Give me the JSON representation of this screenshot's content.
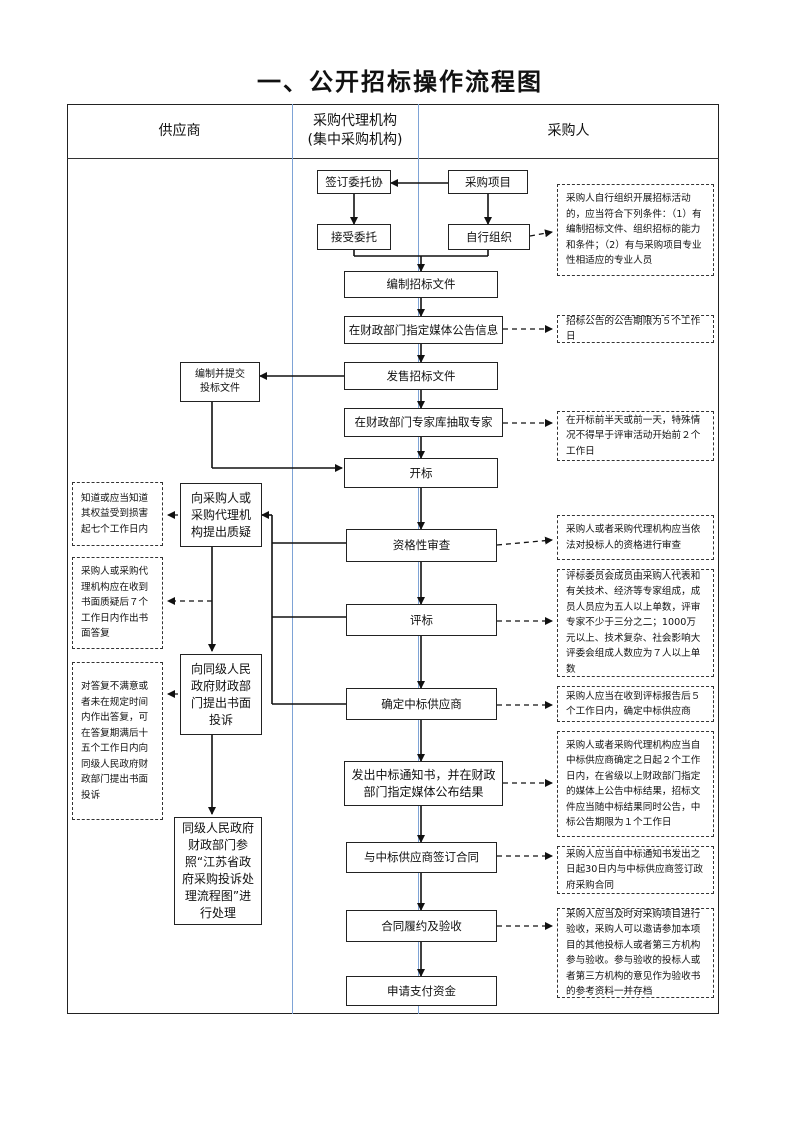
{
  "title": "一、公开招标操作流程图",
  "lanes": {
    "supplier": "供应商",
    "agency_line1": "采购代理机构",
    "agency_line2": "(集中采购机构)",
    "purchaser": "采购人"
  },
  "steps": {
    "sign_entrust": "签订委托协",
    "purchase_project": "采购项目",
    "accept_entrust": "接受委托",
    "self_organize": "自行组织",
    "prepare_docs": "编制招标文件",
    "publish_notice": "在财政部门指定媒体公告信息",
    "sell_docs": "发售招标文件",
    "draw_experts": "在财政部门专家库抽取专家",
    "open_bid": "开标",
    "qualification": "资格性审查",
    "evaluate": "评标",
    "determine_winner": "确定中标供应商",
    "issue_notice": "发出中标通知书，并在财政部门指定媒体公布结果",
    "sign_contract": "与中标供应商签订合同",
    "perform_accept": "合同履约及验收",
    "apply_payment": "申请支付资金"
  },
  "supplier_steps": {
    "prepare_bid": "编制并提交投标文件",
    "question": "向采购人或采购代理机构提出质疑",
    "complaint": "向同级人民政府财政部门提出书面投诉",
    "handle": "同级人民政府财政部门参照“江苏省政府采购投诉处理流程图”进行处理"
  },
  "notes": {
    "self_org": "采购人自行组织开展招标活动的，应当符合下列条件：（1）有编制招标文件、组织招标的能力和条件；（2）有与采购项目专业性相适应的专业人员",
    "notice_period": "招标公告的公告期限为５个工作日",
    "expert_time": "在开标前半天或前一天，特殊情况不得早于评审活动开始前２个工作日",
    "qual_review": "采购人或者采购代理机构应当依法对投标人的资格进行审查",
    "committee": "评标委员会成员由采购人代表和有关技术、经济等专家组成，成员人员应为五人以上单数，评审专家不少于三分之二；1000万元以上、技术复杂、社会影响大评委会组成人数应为７人以上单数",
    "confirm_winner": "采购人应当在收到评标报告后５个工作日内，确定中标供应商",
    "announce": "采购人或者采购代理机构应当自中标供应商确定之日起２个工作日内，在省级以上财政部门指定的媒体上公告中标结果，招标文件应当随中标结果同时公告，中标公告期限为１个工作日",
    "contract_time": "采购人应当自中标通知书发出之日起30日内与中标供应商签订政府采购合同",
    "acceptance": "采购人应当及时对采购项目进行验收，采购人可以邀请参加本项目的其他投标人或者第三方机构参与验收。参与验收的投标人或者第三方机构的意见作为验收书的参考资料一并存档",
    "question_time": "知道或应当知道其权益受到损害起七个工作日内",
    "reply_time": "采购人或采购代理机构应在收到书面质疑后７个工作日内作出书面答复",
    "complaint_time": "对答复不满意或者未在规定时间内作出答复，可在答复期满后十五个工作日内向同级人民政府财政部门提出书面投诉"
  }
}
